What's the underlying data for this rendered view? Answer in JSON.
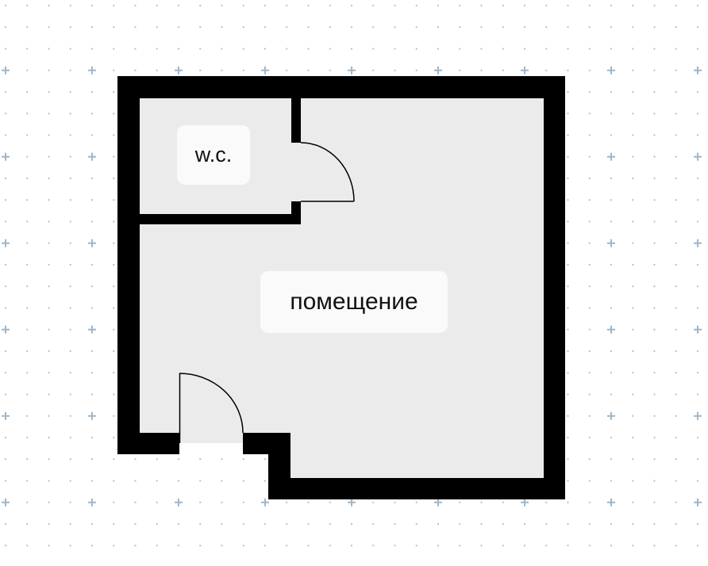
{
  "plan": {
    "colors": {
      "background": "#ffffff",
      "wall": "#000000",
      "floor": "#ebebeb",
      "label_bg": "#fafafa",
      "grid_dot": "#b8bcc2",
      "grid_cross": "#9fb6c9"
    },
    "rooms": [
      {
        "id": "wc",
        "label": "w.c."
      },
      {
        "id": "main",
        "label": "помещение"
      }
    ],
    "doors": [
      {
        "id": "wc-door",
        "room": "wc"
      },
      {
        "id": "entrance-door",
        "room": "main"
      }
    ]
  }
}
